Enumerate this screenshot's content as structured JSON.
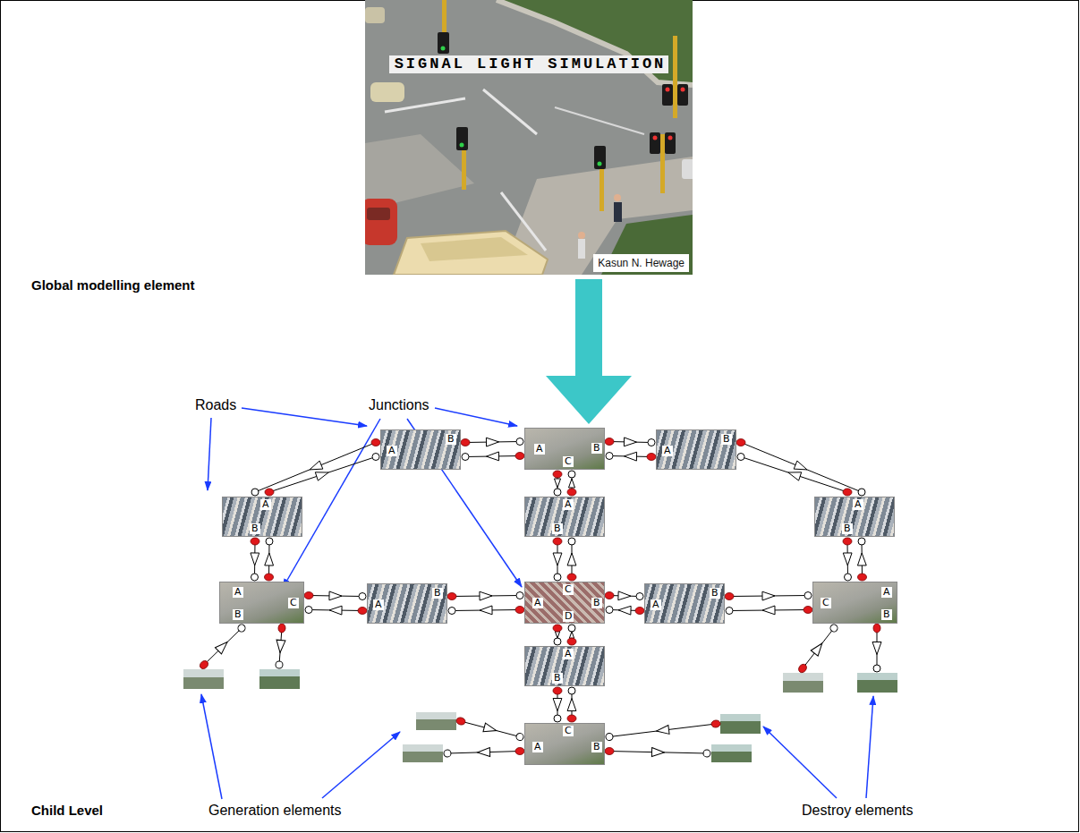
{
  "diagram": {
    "nodes": [
      {
        "text": [
          "SIGNAL LIGHT SIMULATION",
          "Kasun N. Hewage"
        ]
      },
      {
        "text": [
          "A",
          "B"
        ]
      },
      {
        "text": [
          "A",
          "B",
          "C"
        ]
      },
      {
        "text": [
          "A",
          "B"
        ]
      },
      {
        "text": [
          "A",
          "B"
        ]
      },
      {
        "text": [
          "A",
          "B"
        ]
      },
      {
        "text": [
          "A",
          "B"
        ]
      },
      {
        "text": [
          "A",
          "C",
          "B"
        ]
      },
      {
        "text": [
          "A",
          "B"
        ]
      },
      {
        "text": [
          "C",
          "A",
          "B",
          "D"
        ]
      },
      {
        "text": [
          "A",
          "B"
        ]
      },
      {
        "text": [
          "A",
          "C",
          "B"
        ]
      },
      {
        "text": [
          "A",
          "B"
        ]
      },
      {
        "text": [
          "C",
          "A",
          "B"
        ]
      }
    ],
    "edges": [
      {
        "from": 1,
        "to": 2,
        "arrow": "to"
      },
      {
        "from": 2,
        "to": 1,
        "arrow": "to"
      },
      {
        "from": 2,
        "to": 3,
        "arrow": "to"
      },
      {
        "from": 3,
        "to": 2,
        "arrow": "to"
      },
      {
        "from": 1,
        "to": 4,
        "arrow": "to"
      },
      {
        "from": 4,
        "to": 1,
        "arrow": "to"
      },
      {
        "from": 2,
        "to": 5,
        "arrow": "to"
      },
      {
        "from": 5,
        "to": 2,
        "arrow": "to"
      },
      {
        "from": 3,
        "to": 6,
        "arrow": "to"
      },
      {
        "from": 6,
        "to": 3,
        "arrow": "to"
      },
      {
        "from": 4,
        "to": 7,
        "arrow": "to"
      },
      {
        "from": 7,
        "to": 4,
        "arrow": "to"
      },
      {
        "from": 5,
        "to": 9,
        "arrow": "to"
      },
      {
        "from": 9,
        "to": 5,
        "arrow": "to"
      },
      {
        "from": 6,
        "to": 11,
        "arrow": "to"
      },
      {
        "from": 11,
        "to": 6,
        "arrow": "to"
      },
      {
        "from": 7,
        "to": 8,
        "arrow": "to"
      },
      {
        "from": 8,
        "to": 7,
        "arrow": "to"
      },
      {
        "from": 8,
        "to": 9,
        "arrow": "to"
      },
      {
        "from": 9,
        "to": 8,
        "arrow": "to"
      },
      {
        "from": 9,
        "to": 10,
        "arrow": "to"
      },
      {
        "from": 10,
        "to": 9,
        "arrow": "to"
      },
      {
        "from": 10,
        "to": 11,
        "arrow": "to"
      },
      {
        "from": 11,
        "to": 10,
        "arrow": "to"
      },
      {
        "from": 9,
        "to": 12,
        "arrow": "to"
      },
      {
        "from": 12,
        "to": 9,
        "arrow": "to"
      },
      {
        "from": 12,
        "to": 13,
        "arrow": "to"
      },
      {
        "from": 13,
        "to": 12,
        "arrow": "to"
      }
    ],
    "labels": [
      "Global modelling element",
      "Roads",
      "Junctions",
      "Child Level",
      "Generation elements",
      "Destroy elements"
    ]
  }
}
